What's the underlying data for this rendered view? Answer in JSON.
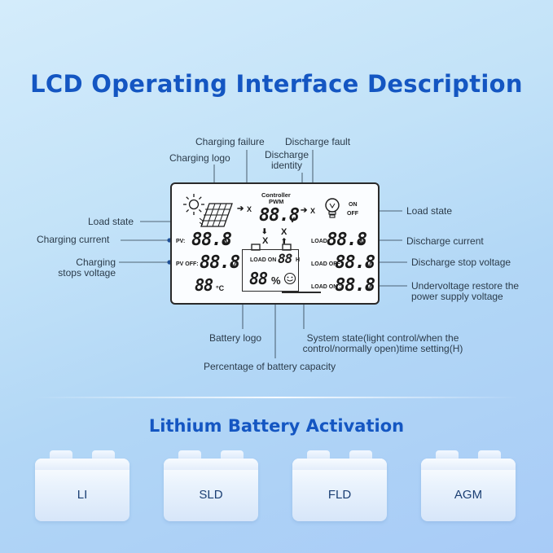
{
  "title": "LCD Operating Interface Description",
  "labels": {
    "charging_failure": "Charging failure",
    "discharge_fault": "Discharge fault",
    "charging_logo": "Charging logo",
    "discharge_identity": "Discharge\nidentity",
    "load_state_left": "Load state",
    "load_state_right": "Load state",
    "charging_current": "Charging current",
    "discharge_current": "Discharge current",
    "charging_stops_voltage": "Charging\nstops voltage",
    "discharge_stop_voltage": "Discharge stop voltage",
    "undervoltage_restore": "Undervoltage restore the\npower supply voltage",
    "battery_logo": "Battery logo",
    "system_state": "System state(light control/when the\ncontrol/normally open)time setting(H)",
    "battery_capacity": "Percentage of battery capacity"
  },
  "lcd": {
    "controller": "Controller",
    "pwm": "PWM",
    "on": "ON",
    "off": "OFF",
    "pv": "PV:",
    "pv_off": "PV OFF:",
    "load": "LOAD:",
    "load_off": "LOAD OFF:",
    "load_on_right": "LOAD ON :",
    "load_on_box": "LOAD ON",
    "digits_2": "88",
    "digits_3": "88.8",
    "percent": "%",
    "unit_v": "V",
    "unit_a": "A",
    "unit_h": "H",
    "unit_c": "°C",
    "x_mark": "X"
  },
  "subtitle": "Lithium Battery Activation",
  "batteries": [
    "LI",
    "SLD",
    "FLD",
    "AGM"
  ],
  "colors": {
    "title": "#1456c2",
    "dot": "#1e4f96",
    "background_top": "#d4ecfb",
    "background_bottom": "#a8cbf7"
  }
}
